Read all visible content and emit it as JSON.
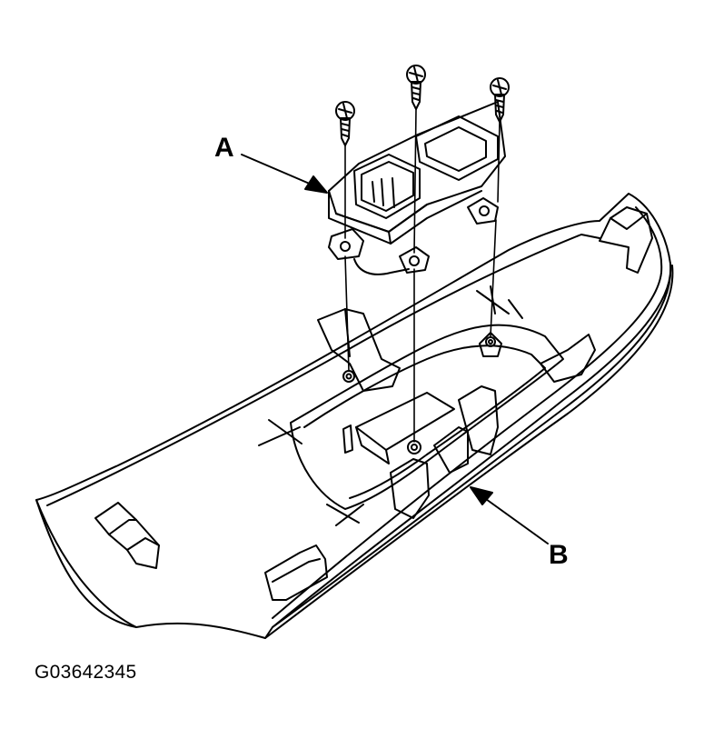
{
  "labels": {
    "a": "A",
    "b": "B"
  },
  "figure_code": "G03642345",
  "colors": {
    "line": "#000000",
    "background": "#ffffff"
  }
}
